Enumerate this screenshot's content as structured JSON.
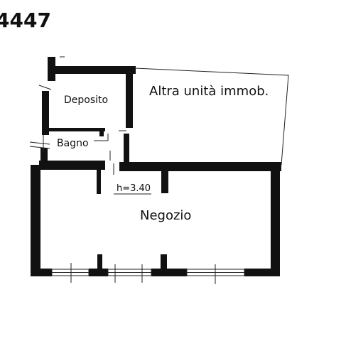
{
  "plan": {
    "code": "4447",
    "rooms": {
      "deposito": "Deposito",
      "bagno": "Bagno",
      "altra_unita": "Altra unità immob.",
      "negozio": "Negozio"
    },
    "ceiling_height": "h=3.40"
  },
  "colors": {
    "wall": "#111111",
    "thin_line": "#222222",
    "background": "#ffffff"
  }
}
